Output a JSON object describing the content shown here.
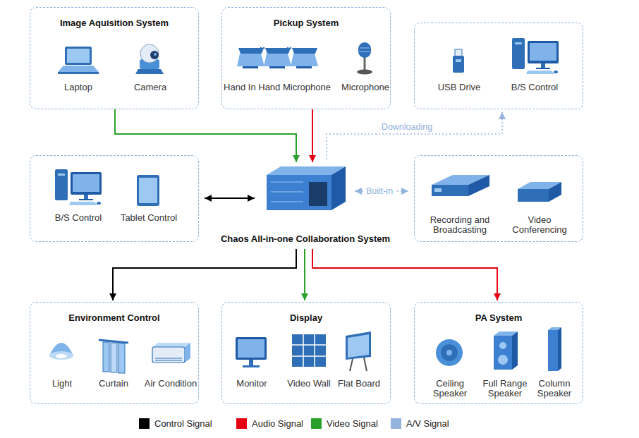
{
  "diagram": {
    "nodes": [
      {
        "text": [
          "Image Aquisition System"
        ]
      },
      {
        "text": [
          "Laptop"
        ],
        "in": 0
      },
      {
        "text": [
          "Camera"
        ],
        "in": 0
      },
      {
        "text": [
          "Pickup System"
        ]
      },
      {
        "text": [
          "Hand In Hand Microphone"
        ],
        "in": 3
      },
      {
        "text": [
          "Microphone"
        ],
        "in": 3
      },
      {
        "text": []
      },
      {
        "text": [
          "USB Drive"
        ],
        "in": 6
      },
      {
        "text": [
          "B/S Control"
        ],
        "in": 6
      },
      {
        "text": []
      },
      {
        "text": [
          "B/S Control"
        ],
        "in": 9
      },
      {
        "text": [
          "Tablet Control"
        ],
        "in": 9
      },
      {
        "text": [
          "Chaos All-in-one Collaboration System"
        ]
      },
      {
        "text": []
      },
      {
        "text": [
          "Recording and Broadcasting"
        ],
        "in": 13
      },
      {
        "text": [
          "Video Conferencing"
        ],
        "in": 13
      },
      {
        "text": [
          "Environment Control"
        ]
      },
      {
        "text": [
          "Light"
        ],
        "in": 16
      },
      {
        "text": [
          "Curtain"
        ],
        "in": 16
      },
      {
        "text": [
          "Air Condition"
        ],
        "in": 16
      },
      {
        "text": [
          "Display"
        ]
      },
      {
        "text": [
          "Monitor"
        ],
        "in": 20
      },
      {
        "text": [
          "Video Wall"
        ],
        "in": 20
      },
      {
        "text": [
          "Flat Board"
        ],
        "in": 20
      },
      {
        "text": [
          "PA System"
        ]
      },
      {
        "text": [
          "Ceiling Speaker"
        ],
        "in": 24
      },
      {
        "text": [
          "Full Range Speaker"
        ],
        "in": 24
      },
      {
        "text": [
          "Column Speaker"
        ],
        "in": 24
      }
    ],
    "edges": [
      {
        "from": 0,
        "to": 12,
        "arrow": "to"
      },
      {
        "from": 3,
        "to": 12,
        "arrow": "to"
      },
      {
        "from": 12,
        "to": 6,
        "arrow": "to",
        "label": "Downloading"
      },
      {
        "from": 9,
        "to": 12,
        "arrow": "both"
      },
      {
        "from": 12,
        "to": 13,
        "arrow": "both",
        "label": "Built-in"
      },
      {
        "from": 12,
        "to": 16,
        "arrow": "to"
      },
      {
        "from": 12,
        "to": 20,
        "arrow": "to"
      },
      {
        "from": 12,
        "to": 24,
        "arrow": "to"
      }
    ],
    "legend": [
      {
        "text": "Control Signal",
        "color": "#000000"
      },
      {
        "text": "Audio Signal",
        "color": "#e60012"
      },
      {
        "text": "Video Signal",
        "color": "#2aa02b"
      },
      {
        "text": "A/V Signal",
        "color": "#94b4de"
      }
    ]
  }
}
